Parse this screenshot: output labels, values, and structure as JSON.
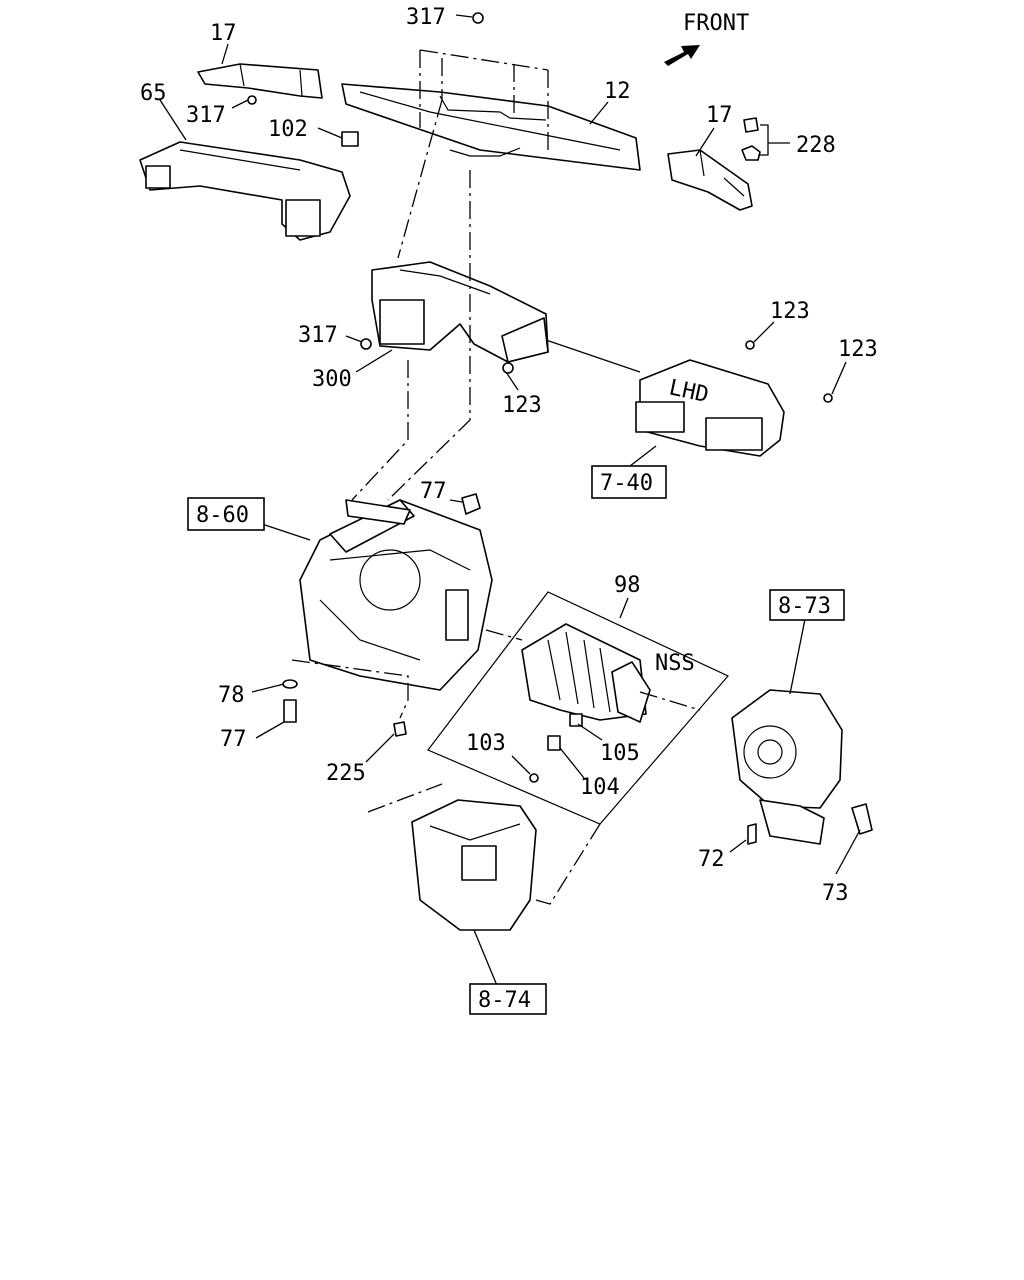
{
  "direction_label": "FRONT",
  "callouts": {
    "c317_top": "317",
    "c17_left": "17",
    "c65": "65",
    "c317_left": "317",
    "c102": "102",
    "c12": "12",
    "c17_right": "17",
    "c228": "228",
    "c317_mid": "317",
    "c300": "300",
    "c123_low": "123",
    "c123_a": "123",
    "c123_b": "123",
    "c98": "98",
    "c77_top": "77",
    "c78": "78",
    "c77_bottom": "77",
    "c225": "225",
    "c103": "103",
    "c104": "104",
    "c105": "105",
    "c72": "72",
    "c73": "73"
  },
  "reference_boxes": {
    "r740": "7-40",
    "r860": "8-60",
    "r873": "8-73",
    "r874": "8-74"
  },
  "duct_marking": "LHD",
  "variant_marking": "NSS"
}
